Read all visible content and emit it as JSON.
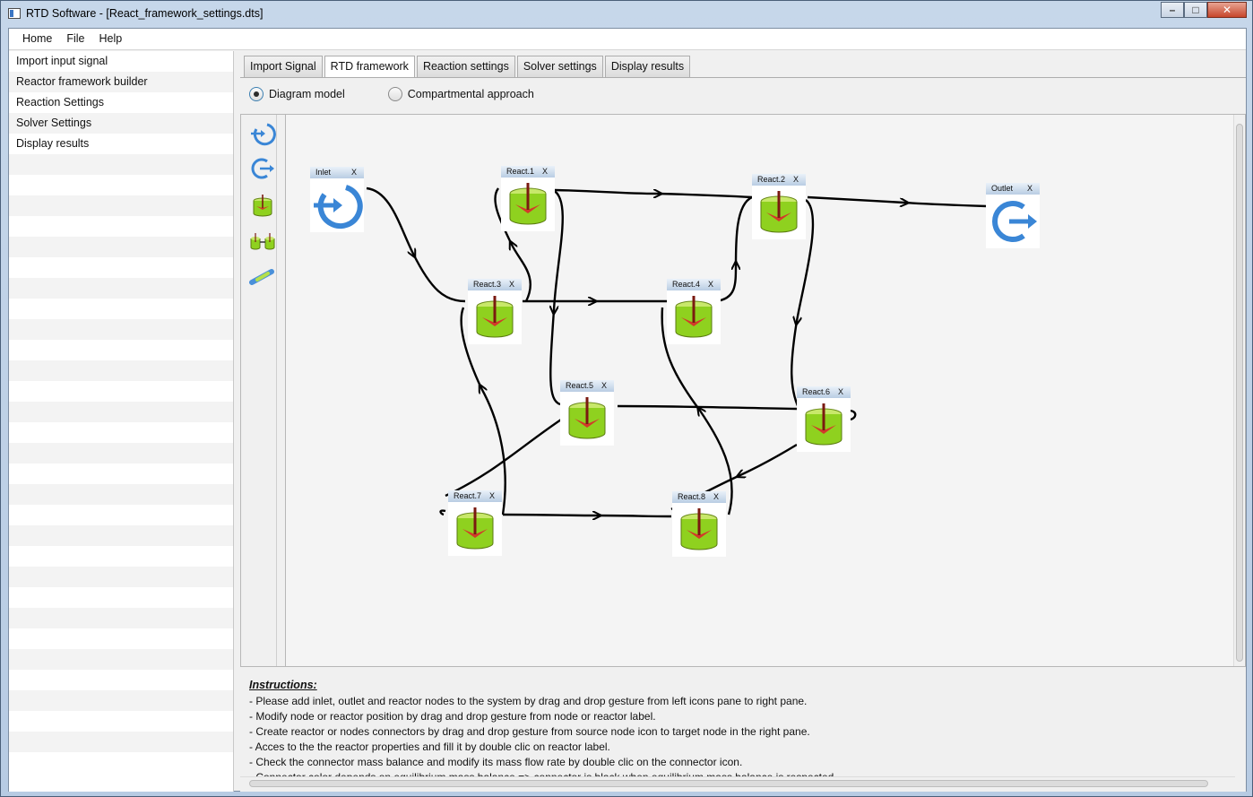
{
  "window": {
    "title": "RTD Software - [React_framework_settings.dts]"
  },
  "menu": [
    {
      "label": "Home"
    },
    {
      "label": "File"
    },
    {
      "label": "Help"
    }
  ],
  "sidebar": {
    "items": [
      {
        "label": "Import input signal"
      },
      {
        "label": "Reactor framework builder"
      },
      {
        "label": "Reaction Settings"
      },
      {
        "label": "Solver Settings"
      },
      {
        "label": "Display results"
      }
    ]
  },
  "tabs": [
    {
      "label": "Import Signal"
    },
    {
      "label": "RTD framework"
    },
    {
      "label": "Reaction settings"
    },
    {
      "label": "Solver settings"
    },
    {
      "label": "Display results"
    }
  ],
  "active_tab": "RTD framework",
  "mode": {
    "options": [
      {
        "label": "Diagram model"
      },
      {
        "label": "Compartmental approach"
      }
    ],
    "selected": "Diagram model"
  },
  "palette": [
    {
      "icon": "inlet-icon"
    },
    {
      "icon": "outlet-icon"
    },
    {
      "icon": "reactor-icon"
    },
    {
      "icon": "plug-flow-reactor-icon"
    },
    {
      "icon": "tube-reactor-icon"
    }
  ],
  "nodes": [
    {
      "id": "inlet",
      "label": "Inlet",
      "close": "X",
      "type": "inlet"
    },
    {
      "id": "outlet",
      "label": "Outlet",
      "close": "X",
      "type": "outlet"
    },
    {
      "id": "r1",
      "label": "React.1",
      "close": "X",
      "type": "reactor"
    },
    {
      "id": "r2",
      "label": "React.2",
      "close": "X",
      "type": "reactor"
    },
    {
      "id": "r3",
      "label": "React.3",
      "close": "X",
      "type": "reactor"
    },
    {
      "id": "r4",
      "label": "React.4",
      "close": "X",
      "type": "reactor"
    },
    {
      "id": "r5",
      "label": "React.5",
      "close": "X",
      "type": "reactor"
    },
    {
      "id": "r6",
      "label": "React.6",
      "close": "X",
      "type": "reactor"
    },
    {
      "id": "r7",
      "label": "React.7",
      "close": "X",
      "type": "reactor"
    },
    {
      "id": "r8",
      "label": "React.8",
      "close": "X",
      "type": "reactor"
    }
  ],
  "instructions": {
    "title": "Instructions:",
    "lines": [
      "- Please add inlet, outlet and reactor nodes to the system by drag and drop gesture from left icons pane to right pane.",
      "- Modify node or reactor position by drag and drop gesture from node or reactor label.",
      "- Create reactor or nodes connectors by drag and drop gesture from source node icon to target node in the right pane.",
      "- Acces to the the reactor properties and fill it by double clic on reactor label.",
      "- Check the connector mass balance and modify its mass flow rate by double clic on the connector icon.",
      "- Connector color depends on equilibrium mass balance => connector is black when equilibrium mass balance is respected."
    ]
  },
  "colors": {
    "reactor_green": "#8fd11f",
    "inlet_blue": "#3a86d6",
    "mixer_red": "#d23a2a"
  }
}
